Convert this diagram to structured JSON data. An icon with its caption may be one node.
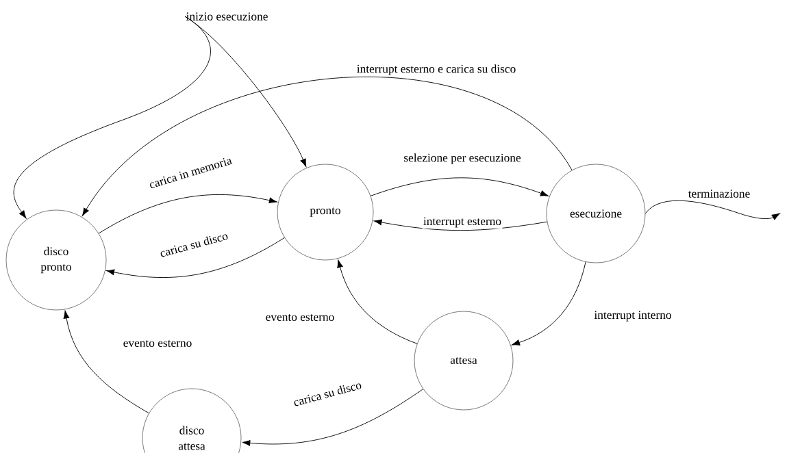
{
  "diagram": {
    "nodes": [
      {
        "text": [
          "disco pronto"
        ]
      },
      {
        "text": [
          "pronto"
        ]
      },
      {
        "text": [
          "esecuzione"
        ]
      },
      {
        "text": [
          "attesa"
        ]
      },
      {
        "text": [
          "disco attesa"
        ]
      },
      {
        "text": [
          "inizio esecuzione"
        ]
      }
    ],
    "edges": [
      {
        "from": 5,
        "to": 0,
        "arrow": "to"
      },
      {
        "from": 5,
        "to": 1,
        "arrow": "to"
      },
      {
        "from": 2,
        "to": 0,
        "arrow": "to",
        "label": "interrupt esterno e carica su disco"
      },
      {
        "from": 0,
        "to": 1,
        "arrow": "to",
        "label": "carica in memoria"
      },
      {
        "from": 1,
        "to": 0,
        "arrow": "to",
        "label": "carica su disco"
      },
      {
        "from": 1,
        "to": 2,
        "arrow": "to",
        "label": "selezione per esecuzione"
      },
      {
        "from": 2,
        "to": 1,
        "arrow": "to",
        "label": "interrupt esterno"
      },
      {
        "from": 2,
        "to": 3,
        "arrow": "to",
        "label": "interrupt interno"
      },
      {
        "from": 3,
        "to": 1,
        "arrow": "to",
        "label": "evento esterno"
      },
      {
        "from": 3,
        "to": 4,
        "arrow": "to",
        "label": "carica su disco"
      },
      {
        "from": 4,
        "to": 0,
        "arrow": "to",
        "label": "evento esterno"
      },
      {
        "from": 2,
        "to": null,
        "arrow": "to",
        "label": "terminazione"
      }
    ]
  }
}
